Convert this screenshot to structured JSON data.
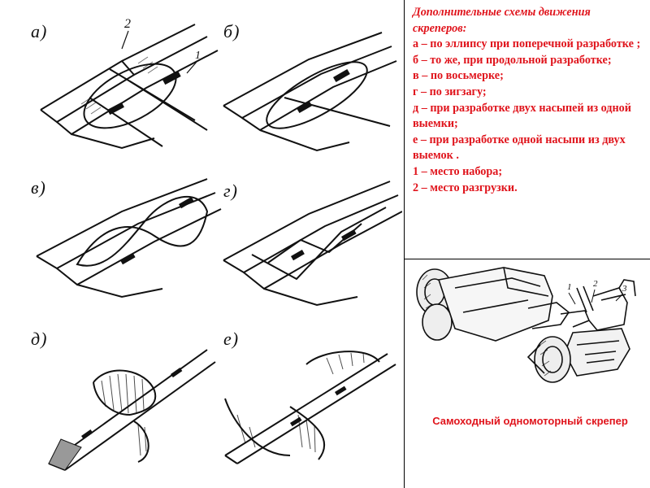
{
  "description": {
    "title": "Дополнительные схемы движения скреперов:",
    "items": [
      "а – по эллипсу при поперечной разработке ;",
      "б – то же, при продольной разработке;",
      "в – по восьмерке;",
      "г – по зигзагу;",
      "д – при разработке двух насыпей из одной выемки;",
      "е – при  разработке одной насыпи из двух  выемок .",
      "1 – место  набора;",
      "2 – место разгрузки."
    ]
  },
  "diagrams": [
    {
      "label": "а)",
      "scheme": "ellipse-transverse",
      "callouts": [
        "2",
        "1"
      ]
    },
    {
      "label": "б)",
      "scheme": "ellipse-longitudinal"
    },
    {
      "label": "в)",
      "scheme": "figure-eight"
    },
    {
      "label": "г)",
      "scheme": "zigzag"
    },
    {
      "label": "д)",
      "scheme": "two-embankments-one-cut"
    },
    {
      "label": "е)",
      "scheme": "one-embankment-two-cuts"
    }
  ],
  "machine": {
    "callouts": [
      "1",
      "2",
      "3"
    ],
    "caption": "Самоходный одномоторный скрепер"
  },
  "colors": {
    "accent": "#e0141c",
    "ink": "#111111"
  }
}
